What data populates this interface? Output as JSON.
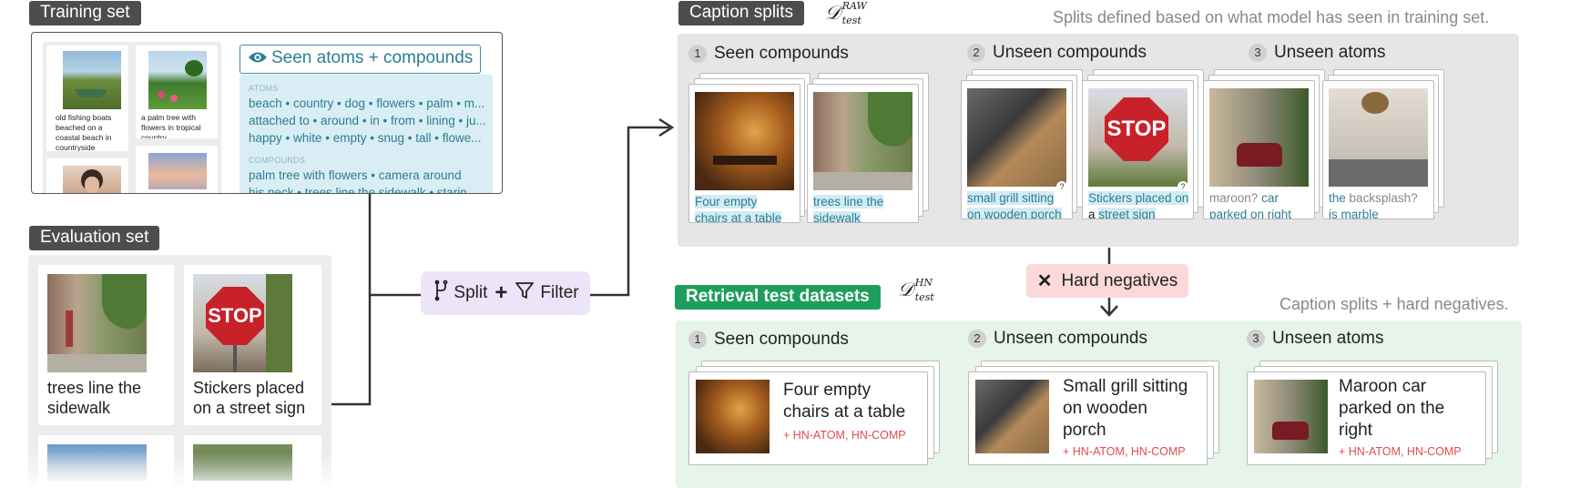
{
  "training": {
    "tag": "Training set",
    "thumb_captions": [
      "old fishing boats beached on a coastal beach in countryside",
      "a palm tree with flowers in tropical country"
    ],
    "seen_label": "Seen atoms + compounds",
    "atoms_head": "ATOMS",
    "atoms_lines": [
      "beach • country • dog • flowers • palm • m...",
      "attached to • around • in • from • lining • ju...",
      "happy • white • empty • snug • tall • flowe..."
    ],
    "compounds_head": "COMPOUNDS",
    "compounds_lines": [
      "palm tree with flowers • camera around",
      "his neck • trees line the sidewalk • starin..."
    ]
  },
  "evaluation": {
    "tag": "Evaluation set",
    "captions": [
      [
        "trees line the",
        "sidewalk"
      ],
      [
        "Stickers placed",
        "on a street sign"
      ]
    ]
  },
  "split_filter": {
    "split": "Split",
    "plus": "+",
    "filter": "Filter"
  },
  "caption_splits": {
    "tag": "Caption splits",
    "math_main": "𝒟",
    "math_sup": "RAW",
    "math_sub": "test",
    "note": "Splits defined based on what model has seen in training set.",
    "groups": [
      {
        "num": "1",
        "title": "Seen compounds"
      },
      {
        "num": "2",
        "title": "Unseen compounds"
      },
      {
        "num": "3",
        "title": "Unseen atoms"
      }
    ],
    "cards": [
      {
        "l1": "Four empty",
        "l2": "chairs at a table"
      },
      {
        "l1": "trees line the",
        "l2": "sidewalk"
      },
      {
        "l1": "small grill sitting",
        "l2": "on wooden porch"
      },
      {
        "l1a": "Stickers placed on",
        "l2a": "a",
        "l2b": "street sign"
      },
      {
        "l1a": "maroon",
        "l1b": "?",
        "l1c": "car",
        "l2": "parked on right"
      },
      {
        "l1a": "the",
        "l1b": "backsplash",
        "l1c": "?",
        "l2": "is marble"
      }
    ],
    "qmark": "?"
  },
  "hard_negatives": {
    "icon": "✕",
    "label": "Hard negatives"
  },
  "retrieval": {
    "tag": "Retrieval test datasets",
    "math_main": "𝒟",
    "math_sup": "HN",
    "math_sub": "test",
    "note": "Caption splits + hard negatives.",
    "groups": [
      {
        "num": "1",
        "title": "Seen compounds"
      },
      {
        "num": "2",
        "title": "Unseen compounds"
      },
      {
        "num": "3",
        "title": "Unseen atoms"
      }
    ],
    "cards": [
      {
        "lines": [
          "Four empty",
          "chairs at a table"
        ],
        "sub": "+ HN-ATOM, HN-COMP"
      },
      {
        "lines": [
          "Small grill sitting",
          "on wooden",
          "porch"
        ],
        "sub": "+ HN-ATOM, HN-COMP"
      },
      {
        "lines": [
          "Maroon car",
          "parked on the",
          "right"
        ],
        "sub": "+ HN-ATOM, HN-COMP"
      }
    ]
  },
  "colors": {
    "accent_blue": "#2b7e93",
    "green": "#1e9e5c",
    "red": "#e24b4b",
    "hn_bg": "#fbd9d9",
    "split_bg": "#ece4f8"
  }
}
